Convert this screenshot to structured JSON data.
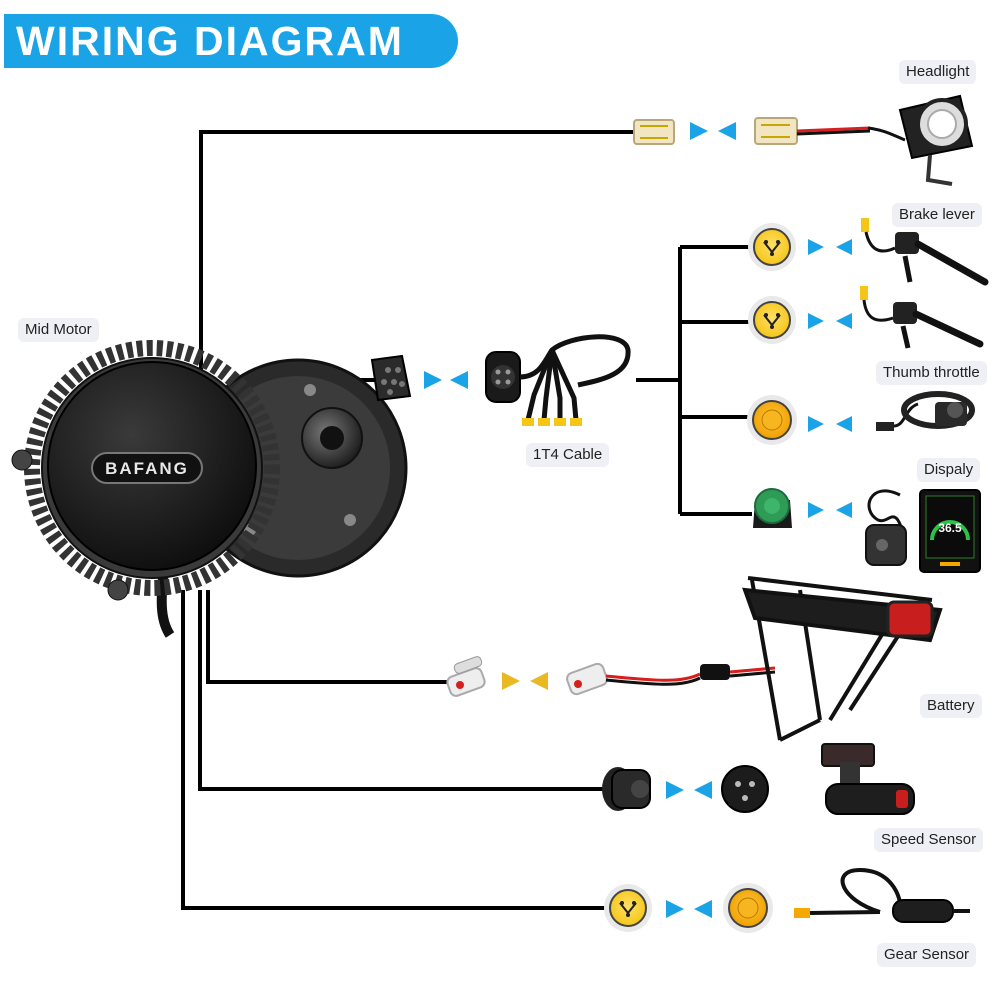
{
  "title": "WIRING DIAGRAM",
  "labels": {
    "headlight": "Headlight",
    "brake_lever": "Brake lever",
    "thumb_throttle": "Thumb throttle",
    "display": "Dispaly",
    "battery": "Battery",
    "speed_sensor": "Speed Sensor",
    "gear_sensor": "Gear Sensor",
    "mid_motor": "Mid Motor",
    "cable": "1T4 Cable"
  },
  "motor": {
    "brand": "BAFANG"
  },
  "display_screen": {
    "speed": "36.5"
  },
  "colors": {
    "title_bg": "#1aa3e6",
    "arrow_blue": "#1aa3e6",
    "arrow_yellow": "#e8b923",
    "connector_yellow": "#f5c518",
    "connector_orange": "#f5a800",
    "connector_green": "#2e9b57",
    "wire": "#000000"
  }
}
